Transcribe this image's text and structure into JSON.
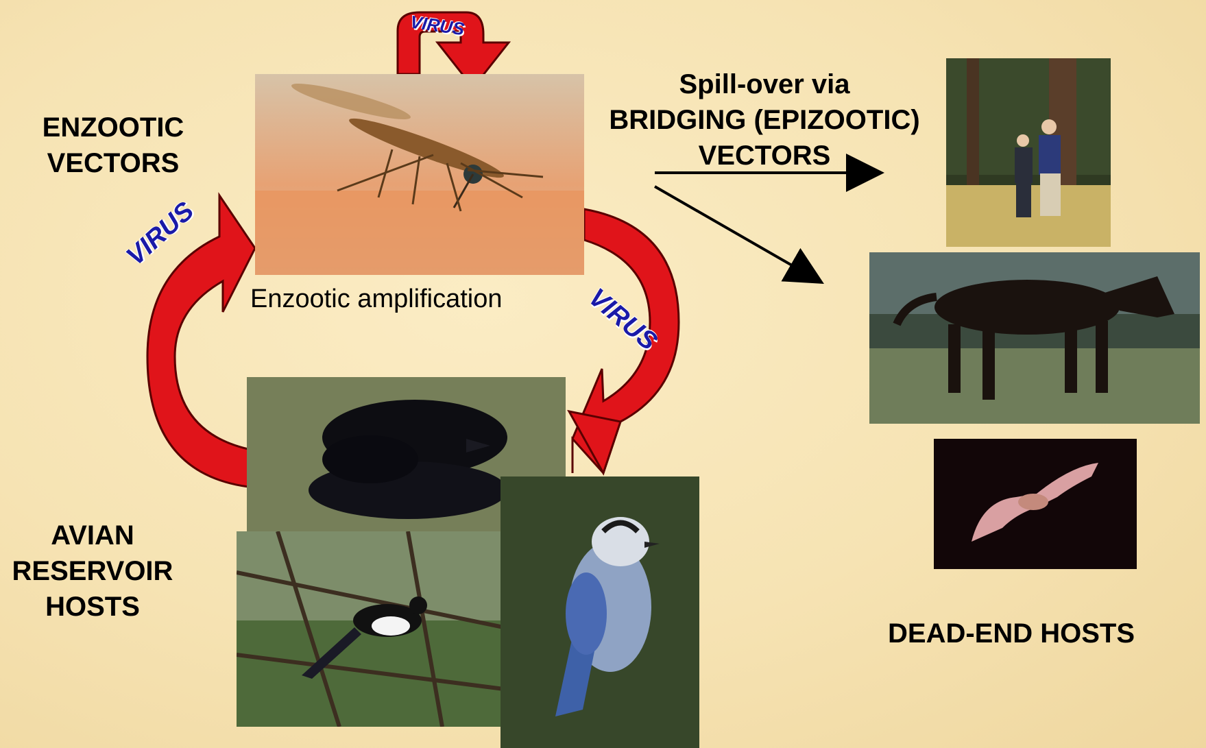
{
  "labels": {
    "enzootic_vectors": [
      "ENZOOTIC",
      "VECTORS"
    ],
    "enzootic_amplification": "Enzootic amplification",
    "spillover": [
      "Spill-over via",
      "BRIDGING (EPIZOOTIC)",
      "VECTORS"
    ],
    "avian_reservoir_hosts": [
      "AVIAN",
      "RESERVOIR",
      "HOSTS"
    ],
    "dead_end_hosts": "DEAD-END HOSTS"
  },
  "virus_labels": {
    "top": "VIRUS",
    "left": "VIRUS",
    "right": "VIRUS"
  },
  "photos": [
    "mosquito",
    "dead-crow",
    "magpie",
    "blue-jay",
    "people-walking",
    "horse",
    "bat"
  ],
  "colors": {
    "arrow_fill": "#e0141a",
    "arrow_stroke": "#5a0000",
    "virus_text": "#1a1aa8",
    "background": "#f6e3b3"
  }
}
